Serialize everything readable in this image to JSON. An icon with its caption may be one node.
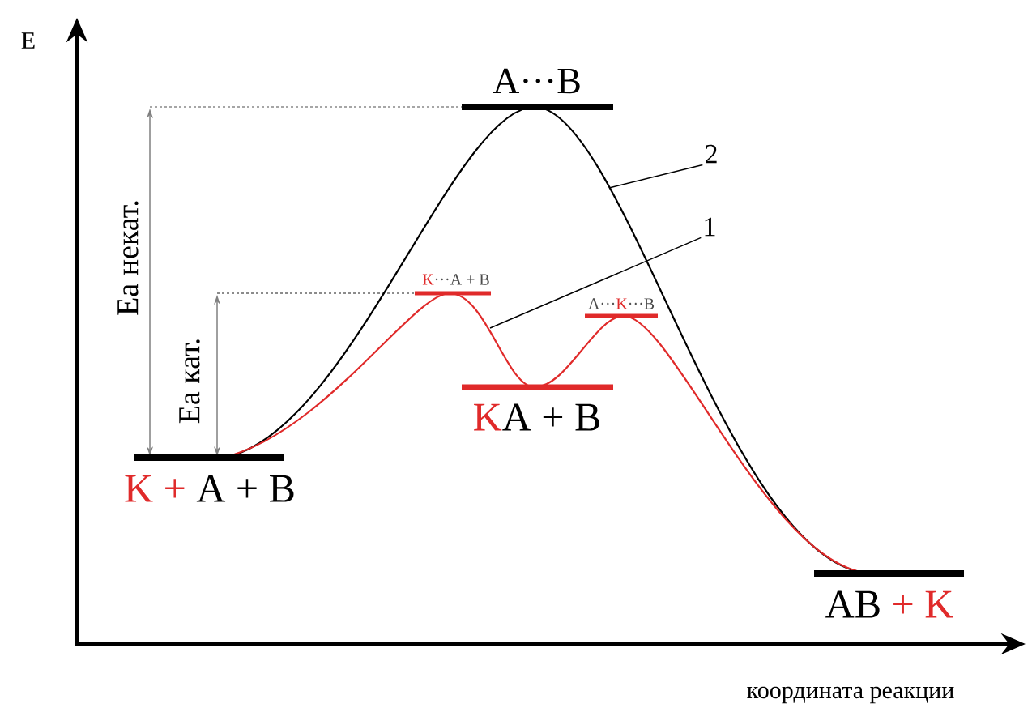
{
  "diagram": {
    "nodes": [
      {
        "text": [
          "2"
        ]
      },
      {
        "text": [
          "1"
        ]
      }
    ],
    "edges": [
      {
        "from": 0,
        "to": null,
        "arrow": "none"
      },
      {
        "from": 1,
        "to": null,
        "arrow": "none"
      }
    ],
    "labels": [
      "E",
      "A···B",
      "Eа некат.",
      "K",
      "···A + B",
      "A···",
      "K",
      "···B",
      "Eа кат.",
      "K",
      "A + B",
      "K +",
      "A + B",
      "AB",
      "+ K",
      "координата реакции"
    ]
  }
}
